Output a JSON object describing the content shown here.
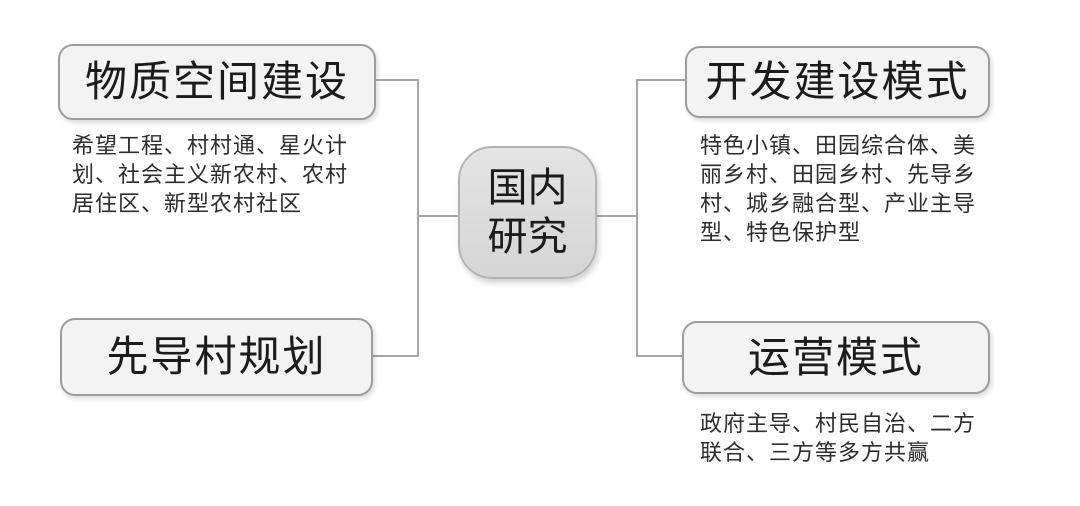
{
  "colors": {
    "box_fill": "#f3f3f3",
    "box_border": "#9c9c9c",
    "center_fill_top": "#e4e4e4",
    "center_fill_bottom": "#d5d5d5",
    "center_border": "#b3b3b3",
    "line": "#a6a6a6",
    "title_text": "#1b1b1b",
    "desc_text": "#2d2d2d"
  },
  "diagram": {
    "center": {
      "label": "国内\n研究"
    },
    "left_branches": [
      {
        "title": "物质空间建设",
        "description": "希望工程、村村通、星火计\n划、社会主义新农村、农村\n居住区、新型农村社区"
      },
      {
        "title": "先导村规划",
        "description": ""
      }
    ],
    "right_branches": [
      {
        "title": "开发建设模式",
        "description": "特色小镇、田园综合体、美\n丽乡村、田园乡村、先导乡\n村、城乡融合型、产业主导\n型、特色保护型"
      },
      {
        "title": "运营模式",
        "description": "政府主导、村民自治、二方\n联合、三方等多方共赢"
      }
    ]
  }
}
